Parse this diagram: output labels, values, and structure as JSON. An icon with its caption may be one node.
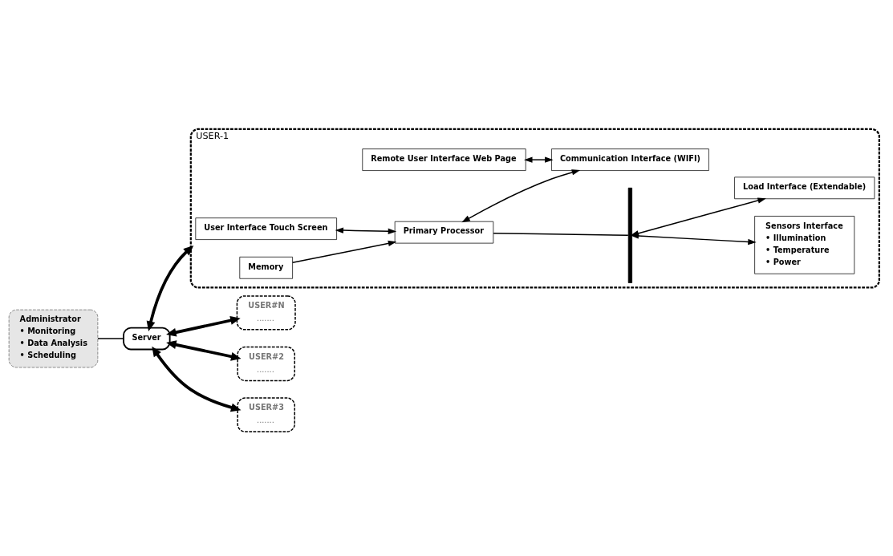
{
  "diagram": {
    "nodes": [
      {
        "text": [
          "USER-1"
        ]
      },
      {
        "text": [
          "User Interface Touch Screen"
        ],
        "in": 0
      },
      {
        "text": [
          "Remote User Interface Web Page"
        ],
        "in": 0
      },
      {
        "text": [
          "Memory"
        ],
        "in": 0
      },
      {
        "text": [
          "Primary Processor"
        ],
        "in": 0
      },
      {
        "text": [
          "Communication Interface (WIFI)"
        ],
        "in": 0
      },
      {
        "text": [
          "Sensors Interface",
          "• Illumination",
          "• Temperature",
          "• Power"
        ],
        "in": 0
      },
      {
        "text": [],
        "shape": "bar",
        "in": 0
      },
      {
        "text": [
          "Load Interface (Extendable)"
        ],
        "in": 0
      },
      {
        "text": [
          "Administrator",
          "• Monitoring",
          "• Data Analysis",
          "• Scheduling"
        ]
      },
      {
        "text": [
          "Server"
        ]
      },
      {
        "text": [
          "USER#N",
          "......."
        ]
      },
      {
        "text": [
          "USER#2",
          "......."
        ]
      },
      {
        "text": [
          "USER#3",
          "......."
        ]
      }
    ],
    "edges": [
      {
        "from": 1,
        "to": 4,
        "arrow": "both"
      },
      {
        "from": 2,
        "to": 5,
        "arrow": "both"
      },
      {
        "from": 3,
        "to": 4,
        "arrow": "to"
      },
      {
        "from": 4,
        "to": 5,
        "arrow": "both"
      },
      {
        "from": 4,
        "to": 7,
        "arrow": "none"
      },
      {
        "from": 7,
        "to": 8,
        "arrow": "both"
      },
      {
        "from": 7,
        "to": 6,
        "arrow": "both"
      },
      {
        "from": 10,
        "to": 0,
        "arrow": "both",
        "style": "thick"
      },
      {
        "from": 9,
        "to": 10,
        "arrow": "none"
      },
      {
        "from": 10,
        "to": 11,
        "arrow": "both",
        "style": "thick"
      },
      {
        "from": 10,
        "to": 12,
        "arrow": "both",
        "style": "thick"
      },
      {
        "from": 10,
        "to": 13,
        "arrow": "both",
        "style": "thick"
      }
    ]
  }
}
